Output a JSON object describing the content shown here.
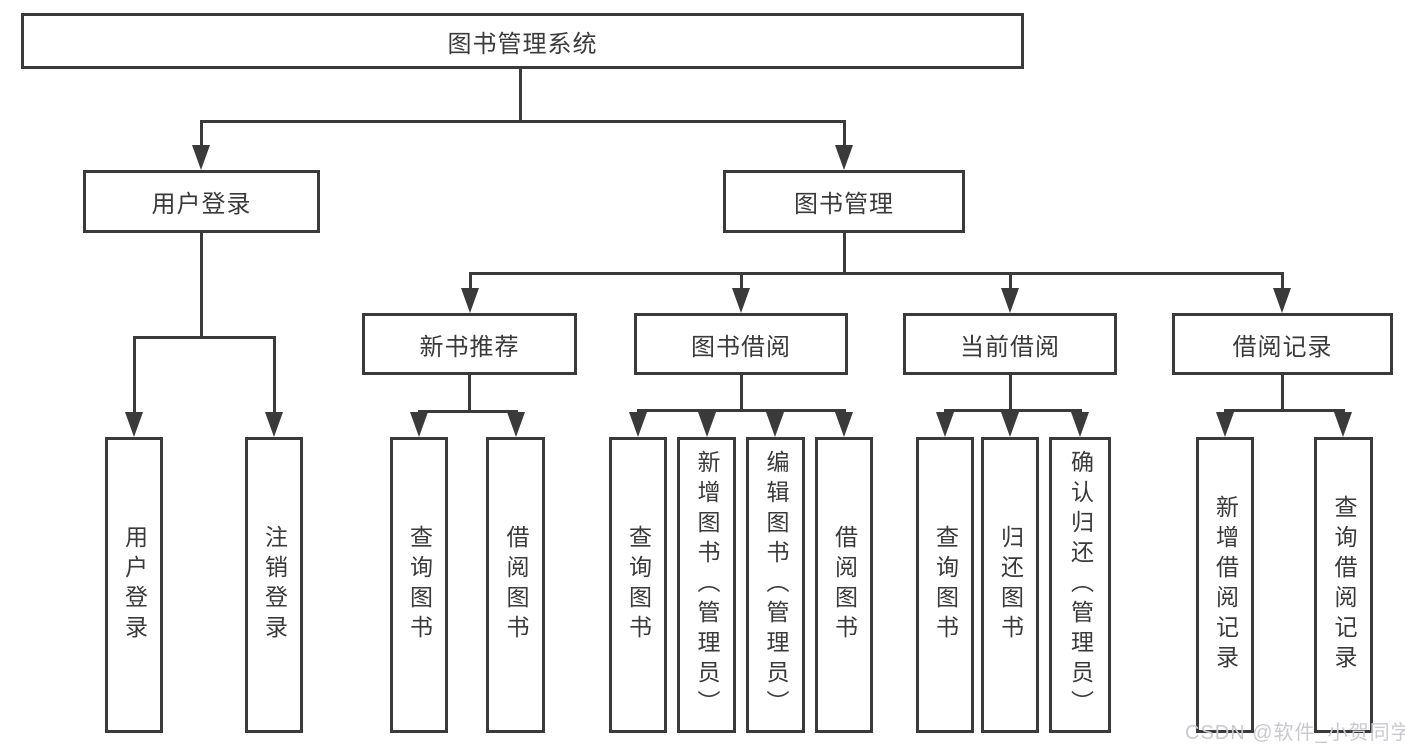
{
  "colors": {
    "line": "#3a3a3a",
    "text": "#3a3a3a",
    "box_bg": "#ffffff",
    "page_bg": "#ffffff",
    "watermark": "#c9c9d1"
  },
  "watermark": "CSDN @软件_小贺同学",
  "tree": {
    "label": "图书管理系统",
    "children": [
      {
        "label": "用户登录",
        "children": [
          {
            "label": "用户登录"
          },
          {
            "label": "注销登录"
          }
        ]
      },
      {
        "label": "图书管理",
        "children": [
          {
            "label": "新书推荐",
            "children": [
              {
                "label": "查询图书"
              },
              {
                "label": "借阅图书"
              }
            ]
          },
          {
            "label": "图书借阅",
            "children": [
              {
                "label": "查询图书"
              },
              {
                "label": "新增图书（管理员）"
              },
              {
                "label": "编辑图书（管理员）"
              },
              {
                "label": "借阅图书"
              }
            ]
          },
          {
            "label": "当前借阅",
            "children": [
              {
                "label": "查询图书"
              },
              {
                "label": "归还图书"
              },
              {
                "label": "确认归还（管理员）"
              }
            ]
          },
          {
            "label": "借阅记录",
            "children": [
              {
                "label": "新增借阅记录"
              },
              {
                "label": "查询借阅记录"
              }
            ]
          }
        ]
      }
    ]
  }
}
